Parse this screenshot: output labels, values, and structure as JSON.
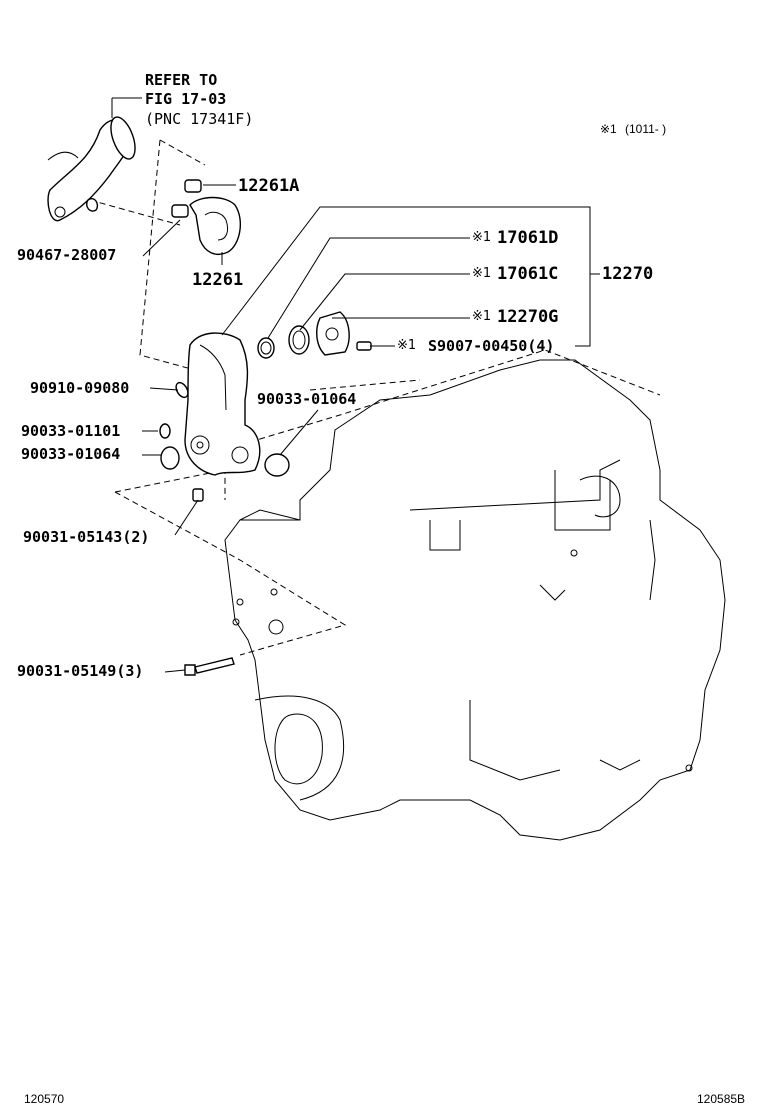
{
  "refer": {
    "line1": "REFER TO",
    "line2": "FIG 17-03",
    "line3": "(PNC 17341F)"
  },
  "note": {
    "mark": "※1",
    "text": "(1011-      )"
  },
  "labels": {
    "p12261A": "12261A",
    "p90467": "90467-28007",
    "p12261": "12261",
    "p17061D": "17061D",
    "p17061C": "17061C",
    "p12270G": "12270G",
    "pS9007": "S9007-00450(4)",
    "p12270": "12270",
    "p90910": "90910-09080",
    "p90033_01064_right": "90033-01064",
    "p90033_01101": "90033-01101",
    "p90033_01064_left": "90033-01064",
    "p90031_05143": "90031-05143(2)",
    "p90031_05149": "90031-05149(3)"
  },
  "marks": {
    "m1": "※1",
    "m2": "※1",
    "m3": "※1",
    "m4": "※1"
  },
  "footer": {
    "left": "120570",
    "right": "120585B"
  }
}
